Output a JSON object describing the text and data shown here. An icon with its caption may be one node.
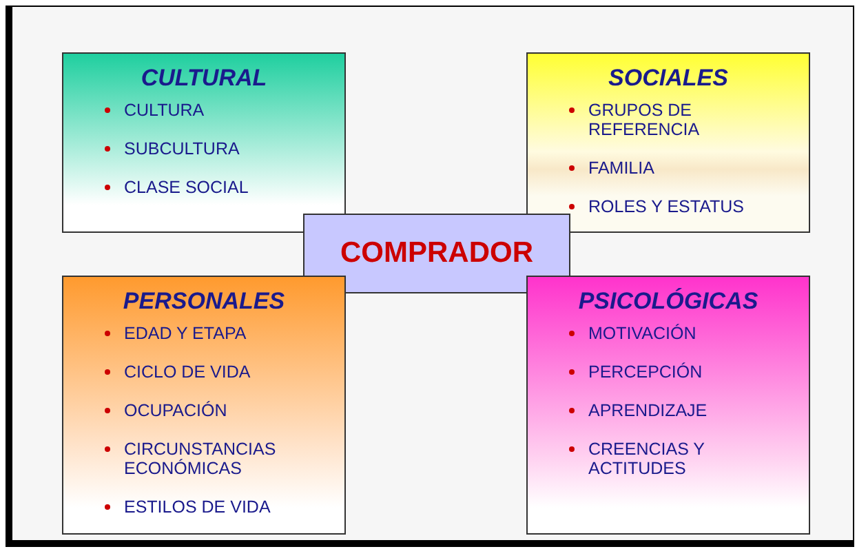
{
  "diagram": {
    "nodes": [
      {
        "text": [
          "CULTURAL",
          "CULTURA",
          "SUBCULTURA",
          "CLASE SOCIAL"
        ]
      },
      {
        "text": [
          "SOCIALES",
          "GRUPOS DE REFERENCIA",
          "FAMILIA",
          "ROLES Y ESTATUS"
        ]
      },
      {
        "text": [
          "COMPRADOR"
        ]
      },
      {
        "text": [
          "PERSONALES",
          "EDAD Y ETAPA",
          "CICLO DE VIDA",
          "OCUPACIÓN",
          "CIRCUNSTANCIAS ECONÓMICAS",
          "ESTILOS DE VIDA"
        ]
      },
      {
        "text": [
          "PSICOLÓGICAS",
          "MOTIVACIÓN",
          "PERCEPCIÓN",
          "APRENDIZAJE",
          "CREENCIAS Y ACTITUDES"
        ]
      }
    ]
  }
}
